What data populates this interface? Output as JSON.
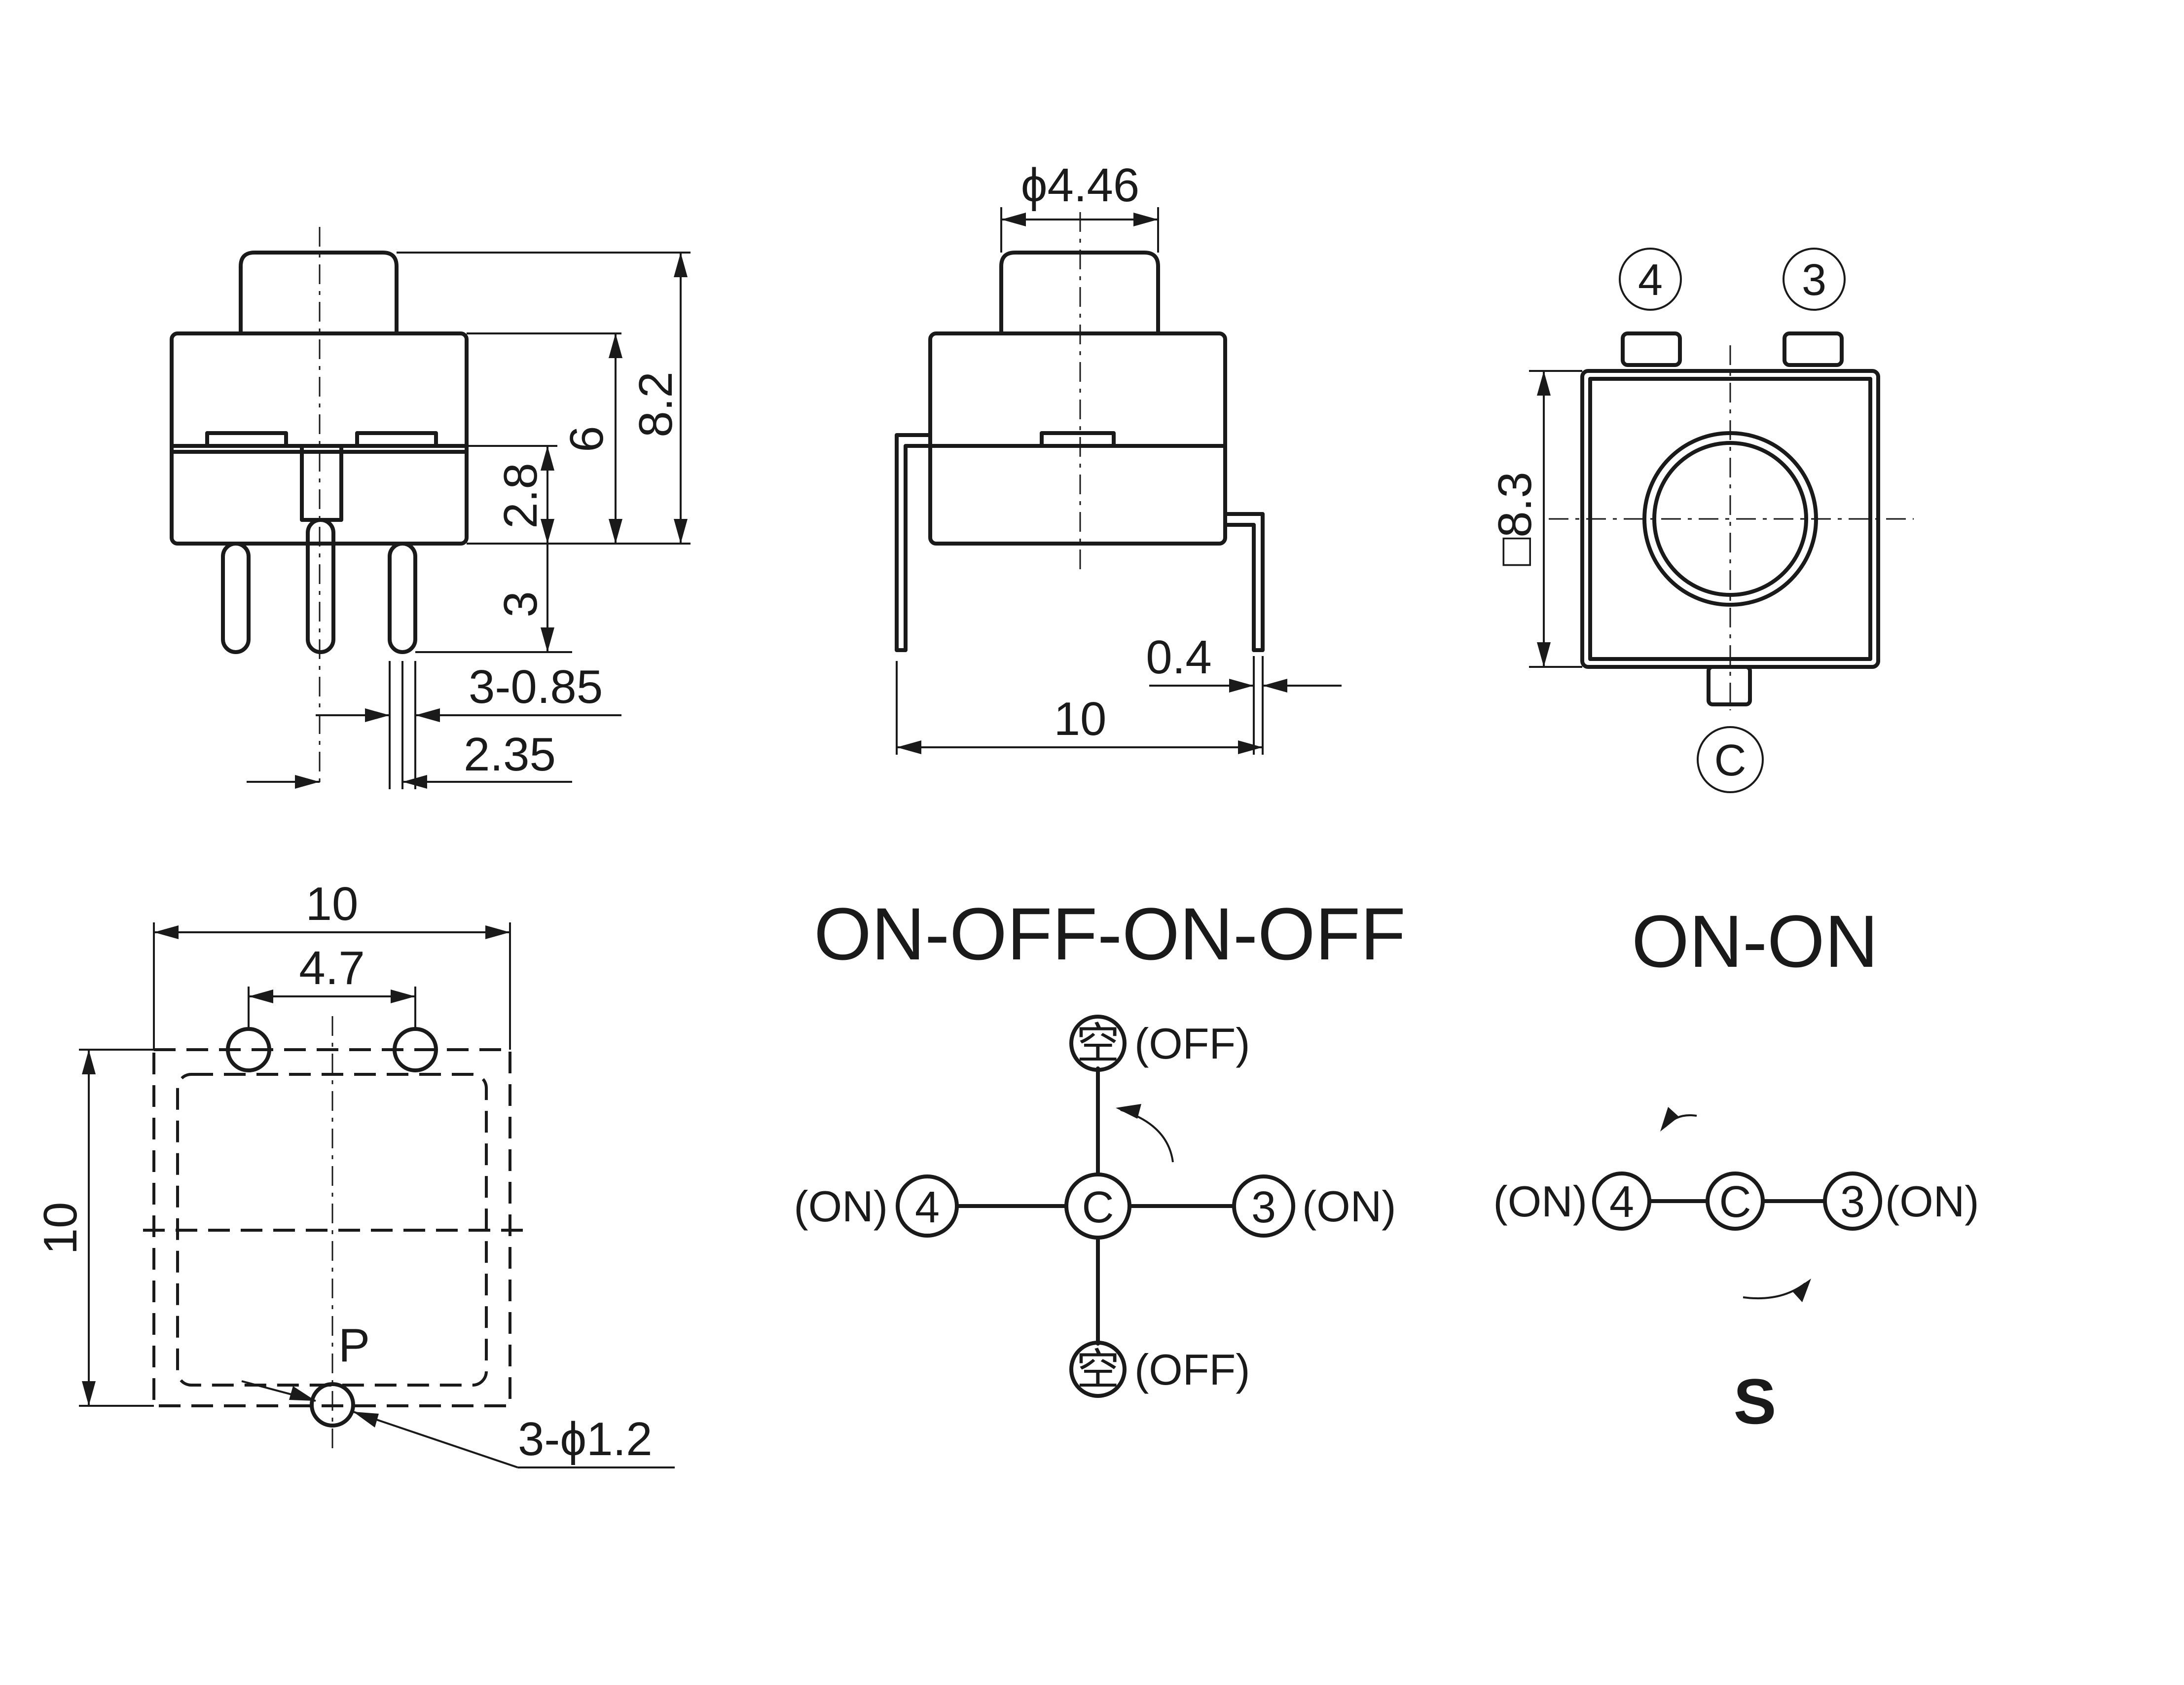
{
  "views": {
    "front": {
      "dim_total_height": "8.2",
      "dim_body_height": "6",
      "dim_lower_body": "2.8",
      "dim_pin_length": "3",
      "dim_pin_diameter": "3-0.85",
      "dim_pin_pitch": "2.35"
    },
    "side": {
      "dim_actuator_diameter": "ϕ4.46",
      "dim_pin_thickness": "0.4",
      "dim_width": "10"
    },
    "top": {
      "terminal_4": "4",
      "terminal_3": "3",
      "terminal_c": "C",
      "dim_square": "□8.3"
    },
    "footprint": {
      "dim_width": "10",
      "dim_hole_spacing": "4.7",
      "dim_height": "10",
      "pin_label": "P",
      "dim_holes": "3-ϕ1.2"
    }
  },
  "schematics": {
    "left": {
      "title": "ON-OFF-ON-OFF",
      "center_label": "C",
      "left_terminal": "4",
      "left_state": "(ON)",
      "right_terminal": "3",
      "right_state": "(ON)",
      "top_symbol": "空",
      "top_state": "(OFF)",
      "bottom_symbol": "空",
      "bottom_state": "(OFF)"
    },
    "right": {
      "title": "ON-ON",
      "center_label": "C",
      "left_terminal": "4",
      "left_state": "(ON)",
      "right_terminal": "3",
      "right_state": "(ON)",
      "model_label": "S"
    }
  }
}
